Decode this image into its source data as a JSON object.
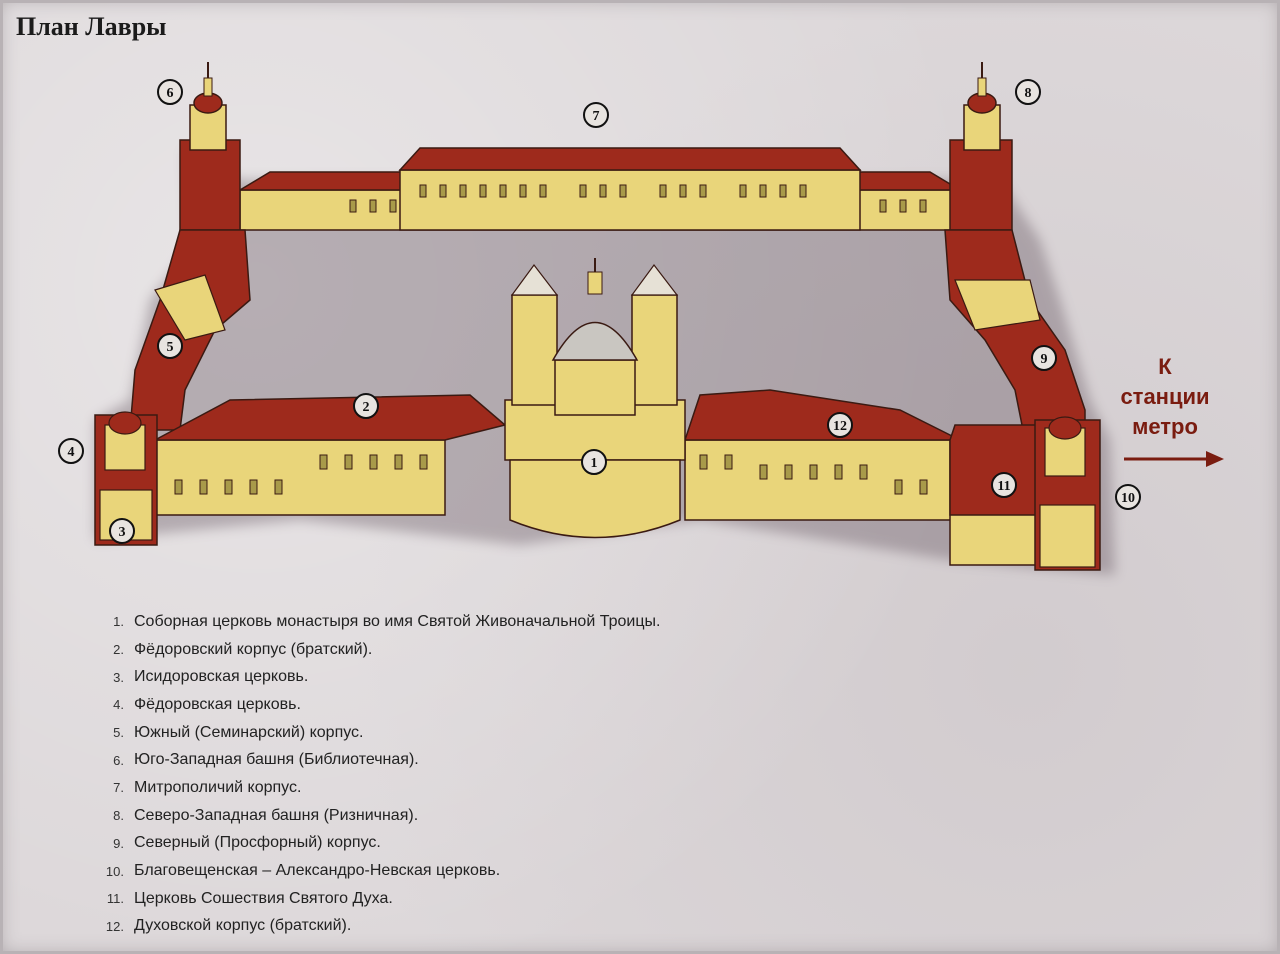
{
  "title": "План Лавры",
  "metro": {
    "line1": "К",
    "line2": "станции",
    "line3": "метро"
  },
  "colors": {
    "roof": "#9e2a1c",
    "wall": "#e9d57a",
    "outline": "#3a1a12",
    "arrow": "#7a1c10"
  },
  "markers": [
    "1",
    "2",
    "3",
    "4",
    "5",
    "6",
    "7",
    "8",
    "9",
    "10",
    "11",
    "12"
  ],
  "legend": [
    {
      "num": "1.",
      "text": "Соборная церковь монастыря во имя Святой Живоначальной Троицы."
    },
    {
      "num": "2.",
      "text": "Фёдоровский корпус (братский)."
    },
    {
      "num": "3.",
      "text": "Исидоровская церковь."
    },
    {
      "num": "4.",
      "text": "Фёдоровская церковь."
    },
    {
      "num": "5.",
      "text": "Южный (Семинарский) корпус."
    },
    {
      "num": "6.",
      "text": "Юго-Западная башня (Библиотечная)."
    },
    {
      "num": "7.",
      "text": "Митрополичий корпус."
    },
    {
      "num": "8.",
      "text": "Северо-Западная башня (Ризничная)."
    },
    {
      "num": "9.",
      "text": "Северный (Просфорный) корпус."
    },
    {
      "num": "10.",
      "text": "Благовещенская – Александро-Невская церковь."
    },
    {
      "num": "11.",
      "text": "Церковь Сошествия Святого Духа."
    },
    {
      "num": "12.",
      "text": "Духовской корпус (братский)."
    }
  ]
}
